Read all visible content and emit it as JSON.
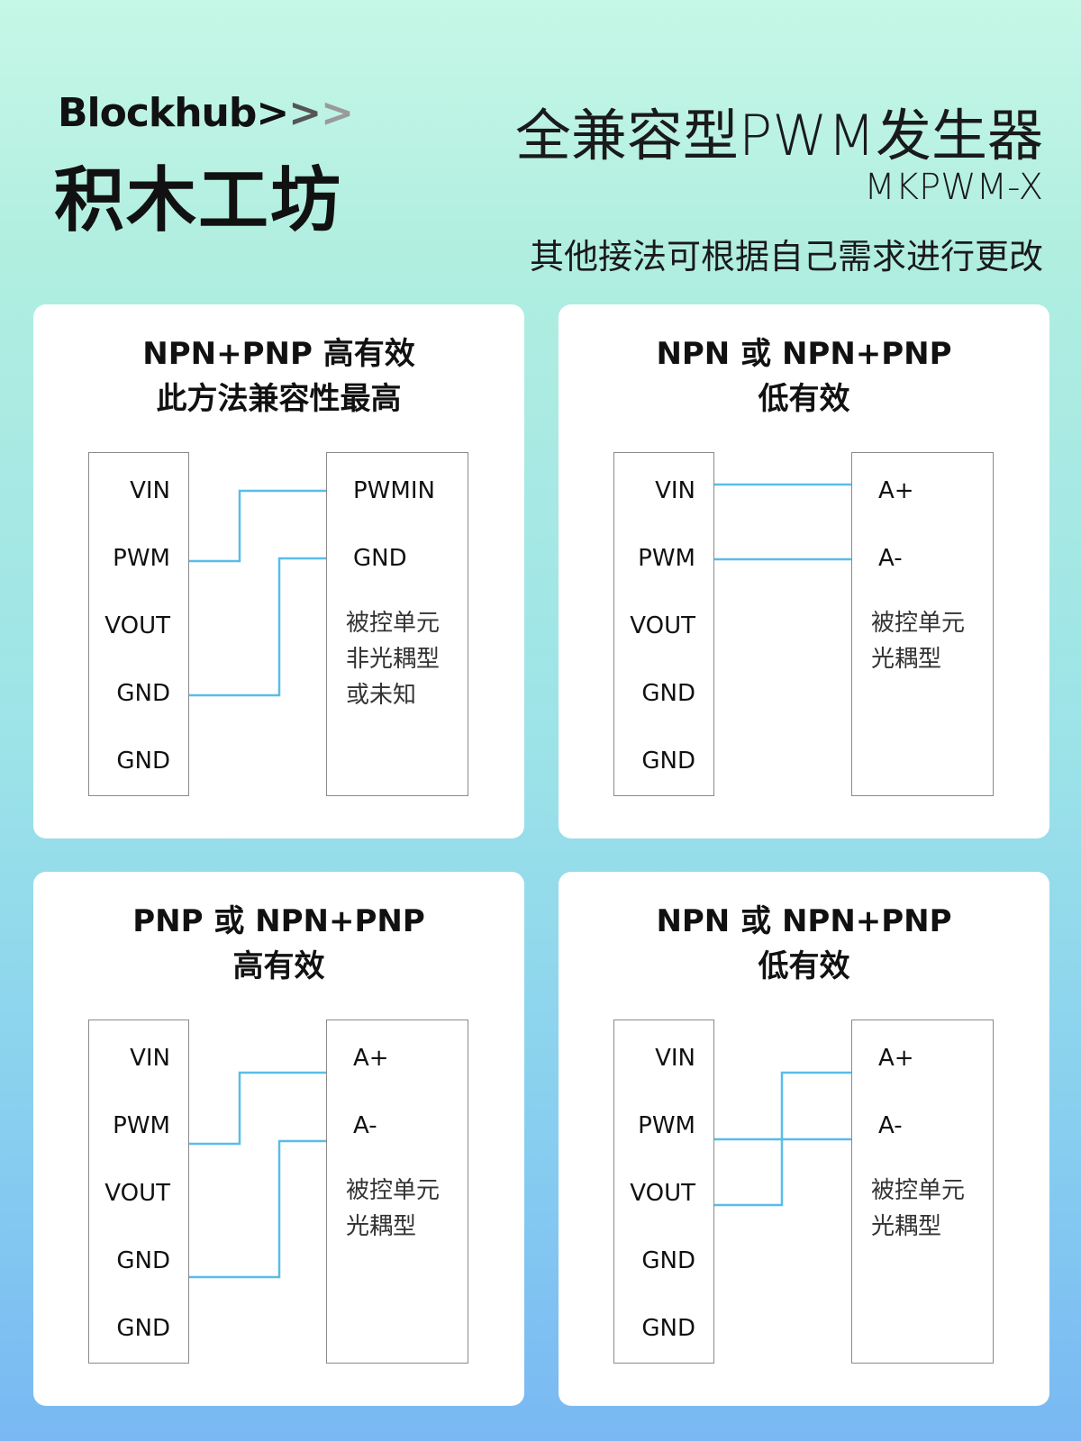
{
  "header": {
    "brand_en": "Blockhub",
    "brand_arrows": [
      ">",
      ">",
      ">"
    ],
    "brand_cn": "积木工坊",
    "product_title": "全兼容型PWM发生器",
    "model": "MKPWM-X",
    "note": "其他接法可根据自己需求进行更改"
  },
  "colors": {
    "wire": "#59bde8",
    "card_background": "#ffffff",
    "page_gradient_top": "#c6f7e7",
    "page_gradient_bottom": "#79b8f3"
  },
  "cards": [
    {
      "title_line1": "NPN+PNP 高有效",
      "title_line2": "此方法兼容性最高",
      "left_pins": [
        "VIN",
        "PWM",
        "VOUT",
        "GND",
        "GND"
      ],
      "right_pins": [
        "PWMIN",
        "GND"
      ],
      "right_desc": [
        "被控单元",
        "非光耦型",
        "或未知"
      ],
      "connections": [
        {
          "from": "PWM",
          "to": "PWMIN"
        },
        {
          "from": "GND",
          "to": "GND"
        }
      ]
    },
    {
      "title_line1": "NPN 或 NPN+PNP",
      "title_line2": "低有效",
      "left_pins": [
        "VIN",
        "PWM",
        "VOUT",
        "GND",
        "GND"
      ],
      "right_pins": [
        "A+",
        "A-"
      ],
      "right_desc": [
        "被控单元",
        "光耦型"
      ],
      "connections": [
        {
          "from": "VIN",
          "to": "A+"
        },
        {
          "from": "PWM",
          "to": "A-"
        }
      ]
    },
    {
      "title_line1": "PNP 或 NPN+PNP",
      "title_line2": "高有效",
      "left_pins": [
        "VIN",
        "PWM",
        "VOUT",
        "GND",
        "GND"
      ],
      "right_pins": [
        "A+",
        "A-"
      ],
      "right_desc": [
        "被控单元",
        "光耦型"
      ],
      "connections": [
        {
          "from": "PWM",
          "to": "A+"
        },
        {
          "from": "GND",
          "to": "A-"
        }
      ]
    },
    {
      "title_line1": "NPN 或 NPN+PNP",
      "title_line2": "低有效",
      "left_pins": [
        "VIN",
        "PWM",
        "VOUT",
        "GND",
        "GND"
      ],
      "right_pins": [
        "A+",
        "A-"
      ],
      "right_desc": [
        "被控单元",
        "光耦型"
      ],
      "connections": [
        {
          "from": "VOUT",
          "to": "A+"
        },
        {
          "from": "PWM",
          "to": "A-"
        }
      ]
    }
  ]
}
